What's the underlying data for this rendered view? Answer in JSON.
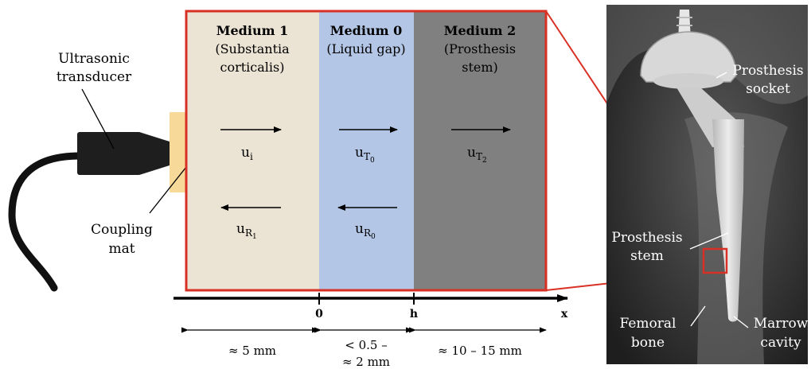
{
  "transducer": {
    "label_line1": "Ultrasonic",
    "label_line2": "transducer"
  },
  "coupling": {
    "label_line1": "Coupling",
    "label_line2": "mat"
  },
  "media": [
    {
      "title": "Medium 1",
      "desc1": "(Substantia",
      "desc2": "corticalis)",
      "color": "#ebe3d4"
    },
    {
      "title": "Medium 0",
      "desc1": "(Liquid gap)",
      "desc2": "",
      "color": "#b3c6e6"
    },
    {
      "title": "Medium 2",
      "desc1": "(Prosthesis",
      "desc2": "stem)",
      "color": "#808080"
    }
  ],
  "waves": {
    "u_i": {
      "base": "u",
      "sub": "i"
    },
    "u_T0": {
      "base": "u",
      "sub": "T",
      "subsub": "0"
    },
    "u_T2": {
      "base": "u",
      "sub": "T",
      "subsub": "2"
    },
    "u_R1": {
      "base": "u",
      "sub": "R",
      "subsub": "1"
    },
    "u_R0": {
      "base": "u",
      "sub": "R",
      "subsub": "0"
    }
  },
  "axis": {
    "origin_label": "0",
    "h_label": "h",
    "x_label": "x"
  },
  "dimensions": {
    "medium1": "≈ 5 mm",
    "medium0_line1": "< 0.5 –",
    "medium0_line2": "≈ 2 mm",
    "medium2": "≈ 10 – 15 mm"
  },
  "xray_labels": {
    "socket_line1": "Prosthesis",
    "socket_line2": "socket",
    "stem_line1": "Prosthesis",
    "stem_line2": "stem",
    "femoral_line1": "Femoral",
    "femoral_line2": "bone",
    "marrow_line1": "Marrow",
    "marrow_line2": "cavity"
  },
  "colors": {
    "highlight": "#d93025",
    "transducer": "#1e1e1e",
    "coupling": "#f7d99a"
  }
}
